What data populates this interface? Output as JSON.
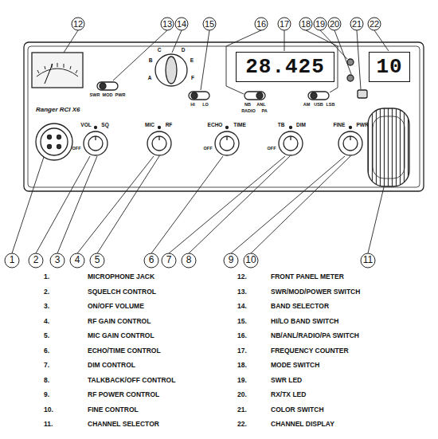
{
  "diagram": {
    "nodes": [
      {
        "text": [
          "28.425"
        ]
      },
      {
        "text": [
          "10"
        ]
      }
    ],
    "labels": [
      "12",
      "13",
      "14",
      "15",
      "16",
      "17",
      "18",
      "19",
      "20",
      "21",
      "22",
      "1",
      "2",
      "3",
      "4",
      "5",
      "6",
      "7",
      "8",
      "9",
      "10",
      "11",
      "1.",
      "MICROPHONE JACK",
      "2.",
      "SQUELCH CONTROL",
      "3.",
      "ON/OFF VOLUME",
      "4.",
      "RF GAIN CONTROL",
      "5.",
      "MIC GAIN CONTROL",
      "6.",
      "ECHO/TIME CONTROL",
      "7.",
      "DIM CONTROL",
      "8.",
      "TALKBACK/OFF CONTROL",
      "9.",
      "RF POWER CONTROL",
      "10.",
      "FINE CONTROL",
      "11.",
      "CHANNEL SELECTOR",
      "12.",
      "FRONT PANEL METER",
      "13.",
      "SWR/MOD/POWER SWITCH",
      "14.",
      "BAND SELECTOR",
      "15.",
      "HI/LO BAND SWITCH",
      "16.",
      "NB/ANL/RADIO/PA SWITCH",
      "17.",
      "FREQUENCY COUNTER",
      "18.",
      "MODE SWITCH",
      "19.",
      "SWR LED",
      "20.",
      "RX/TX LED",
      "21.",
      "COLOR SWITCH",
      "22.",
      "CHANNEL DISPLAY",
      "Ranger RCI X6",
      "VOL",
      "SQ",
      "OFF",
      "MIC",
      "RF",
      "ECHO",
      "TIME",
      "OFF",
      "TB",
      "DIM",
      "OFF",
      "FINE",
      "PWR",
      "A",
      "B",
      "C",
      "D",
      "E",
      "F",
      "SWR",
      "MOD",
      "PWR",
      "HI",
      "LO",
      "NB",
      "ANL",
      "RADIO",
      "PA",
      "AM",
      "USB",
      "LSB"
    ]
  }
}
